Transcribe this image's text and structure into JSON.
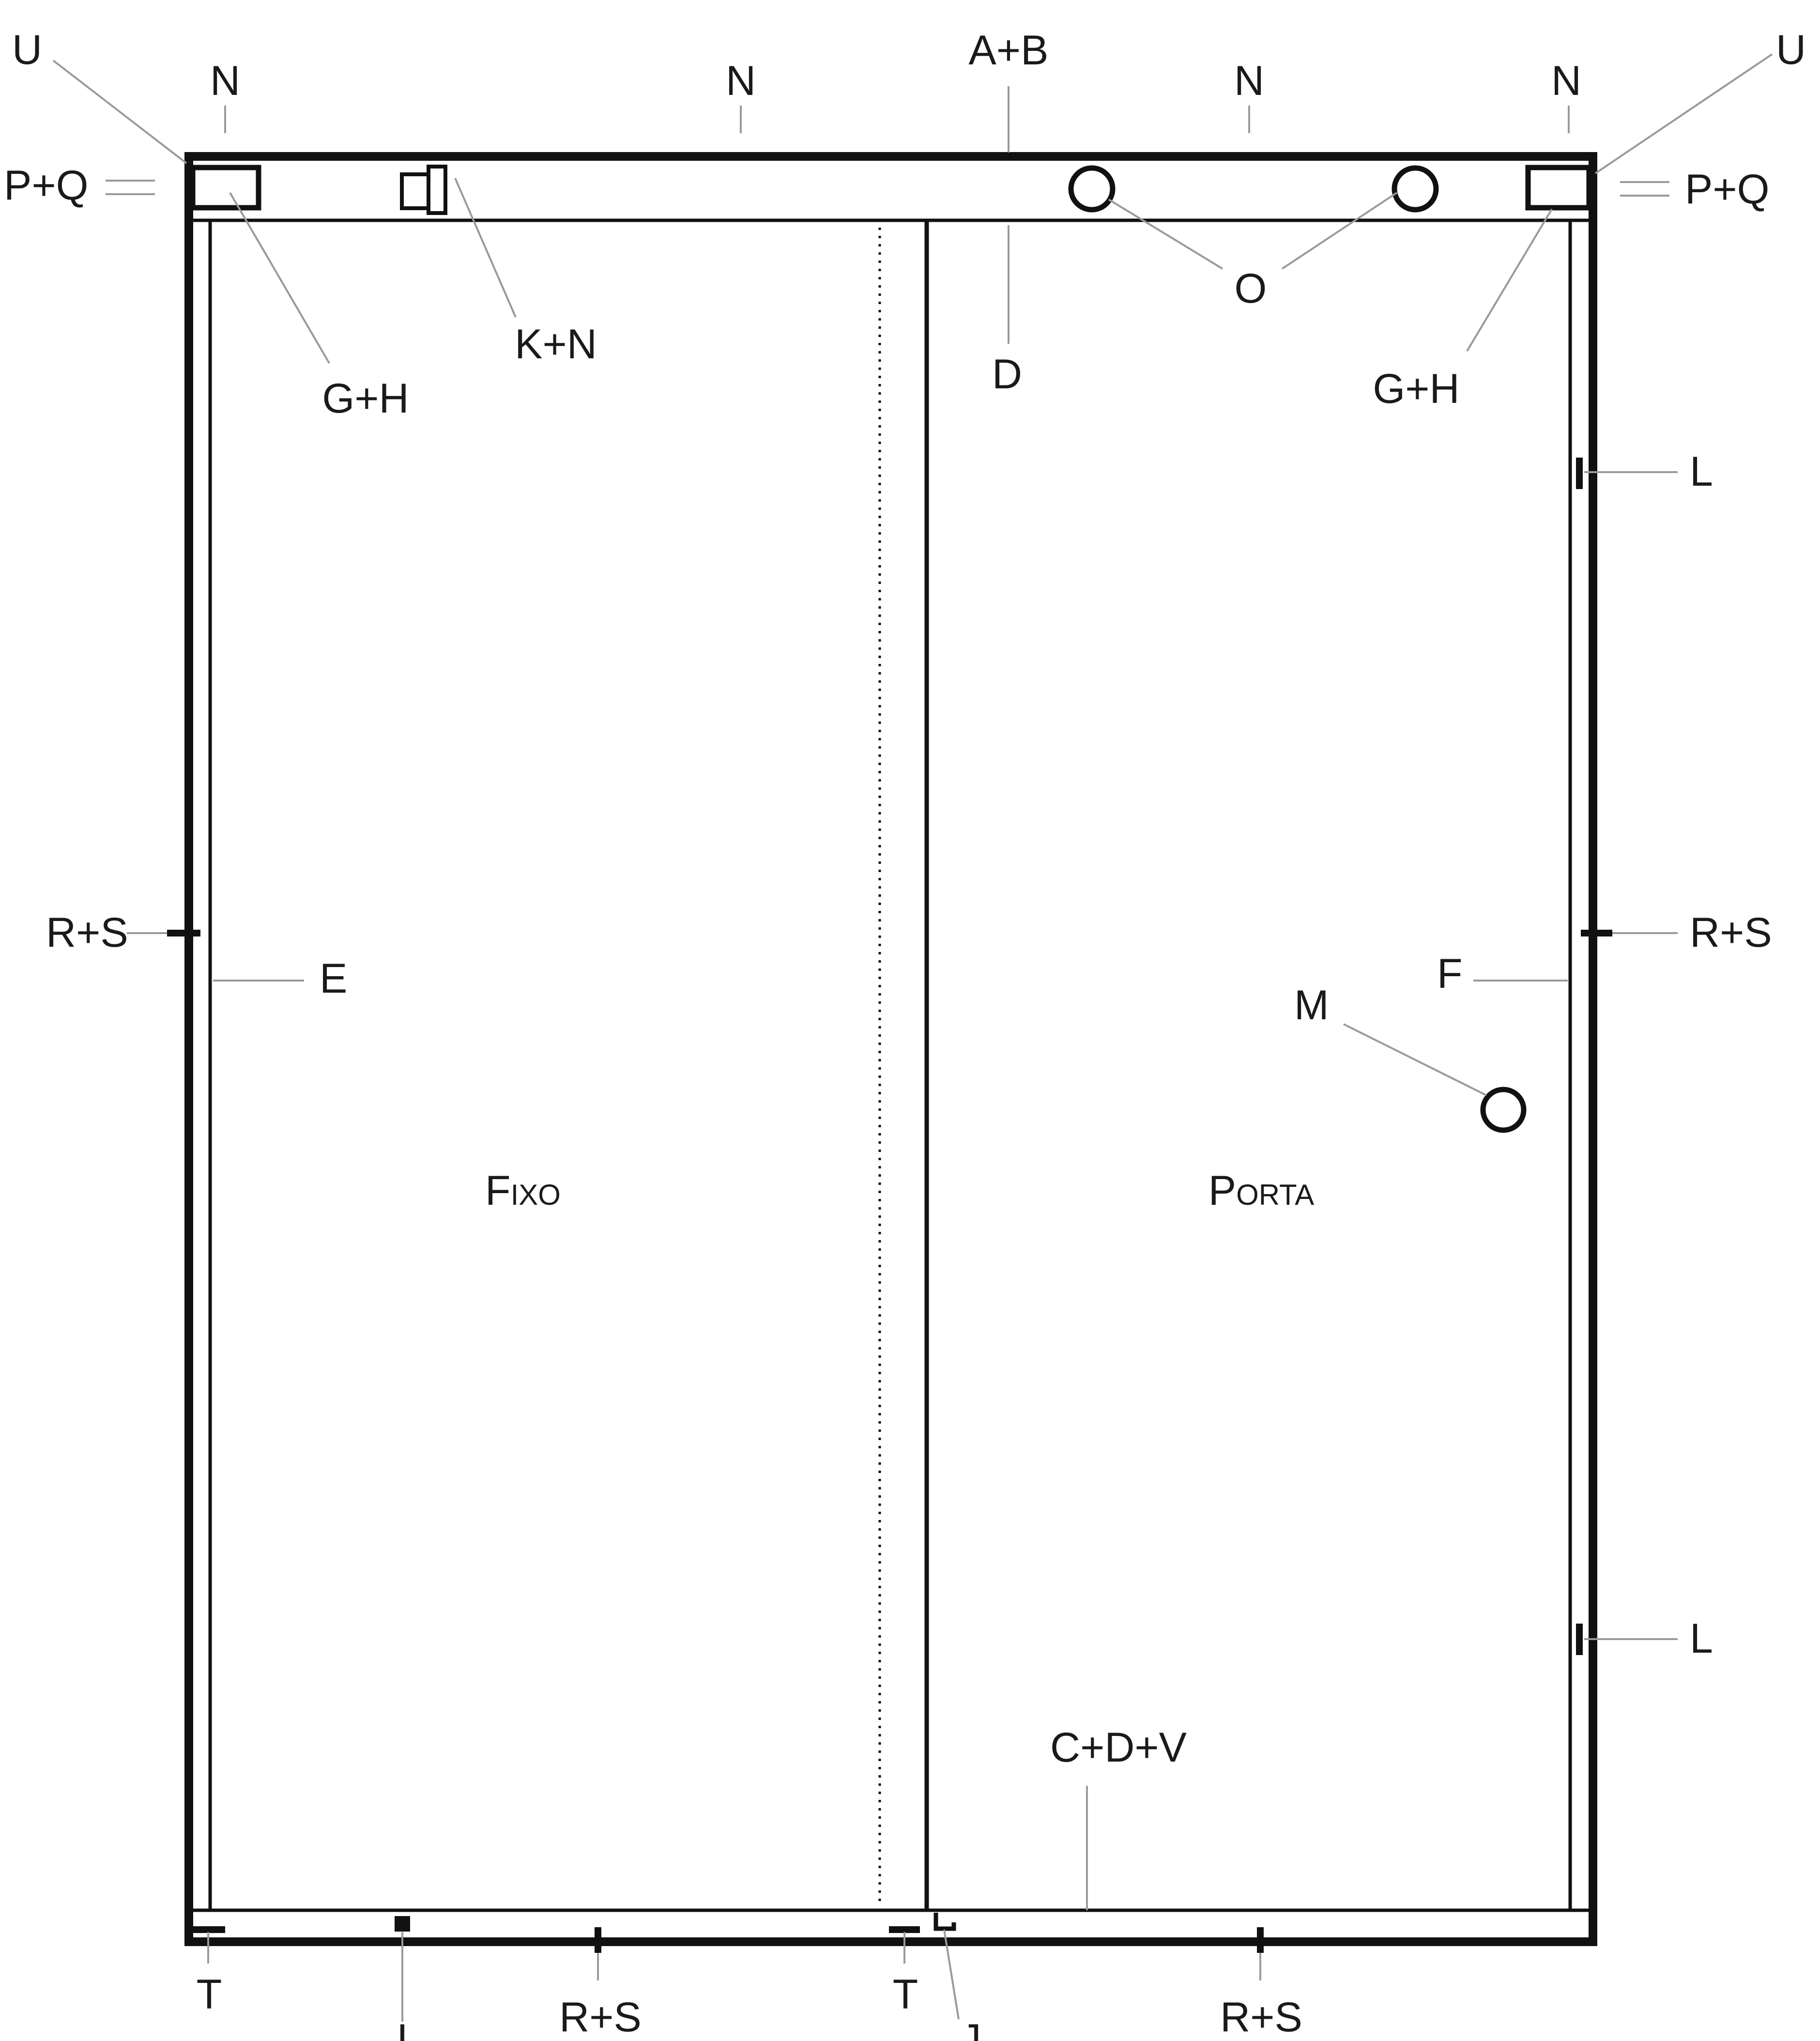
{
  "colors": {
    "stroke": "#111111",
    "leader": "#9a9a9a",
    "background": "#ffffff"
  },
  "panels": {
    "fixed": "Fixo",
    "door": "Porta"
  },
  "labels": {
    "u": "U",
    "n": "N",
    "ab": "A+B",
    "pq": "P+Q",
    "gh": "G+H",
    "kn": "K+N",
    "d": "D",
    "o": "O",
    "l": "L",
    "rs": "R+S",
    "e": "E",
    "f": "F",
    "m": "M",
    "cdv": "C+D+V",
    "t": "T",
    "i": "I",
    "j": "J"
  }
}
